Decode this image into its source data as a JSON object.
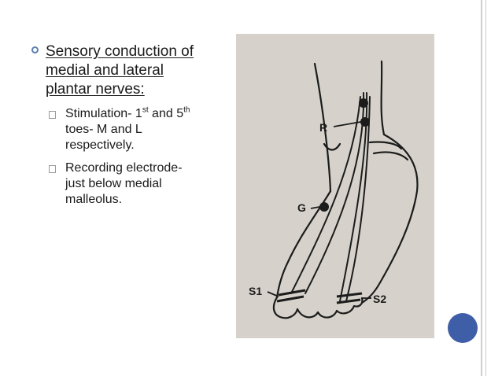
{
  "slide": {
    "heading": {
      "lines": [
        "Sensory conduction of",
        "medial and lateral",
        "plantar nerves:"
      ]
    },
    "bullets": [
      {
        "lines": [
          {
            "pre": "Stimulation- 1",
            "sup1": "st",
            "mid": " and 5",
            "sup2": "th"
          },
          "toes- M and L",
          "respectively."
        ]
      },
      {
        "lines": [
          "Recording electrode-",
          "just below medial",
          "malleolus."
        ]
      }
    ],
    "figure": {
      "labels": {
        "r": "R",
        "g": "G",
        "s1": "S1",
        "s2": "S2"
      }
    }
  },
  "colors": {
    "accent_bullet": "#5a7fb0",
    "page_dot": "#3f5ea8",
    "figure_bg": "#d6d2cb"
  }
}
